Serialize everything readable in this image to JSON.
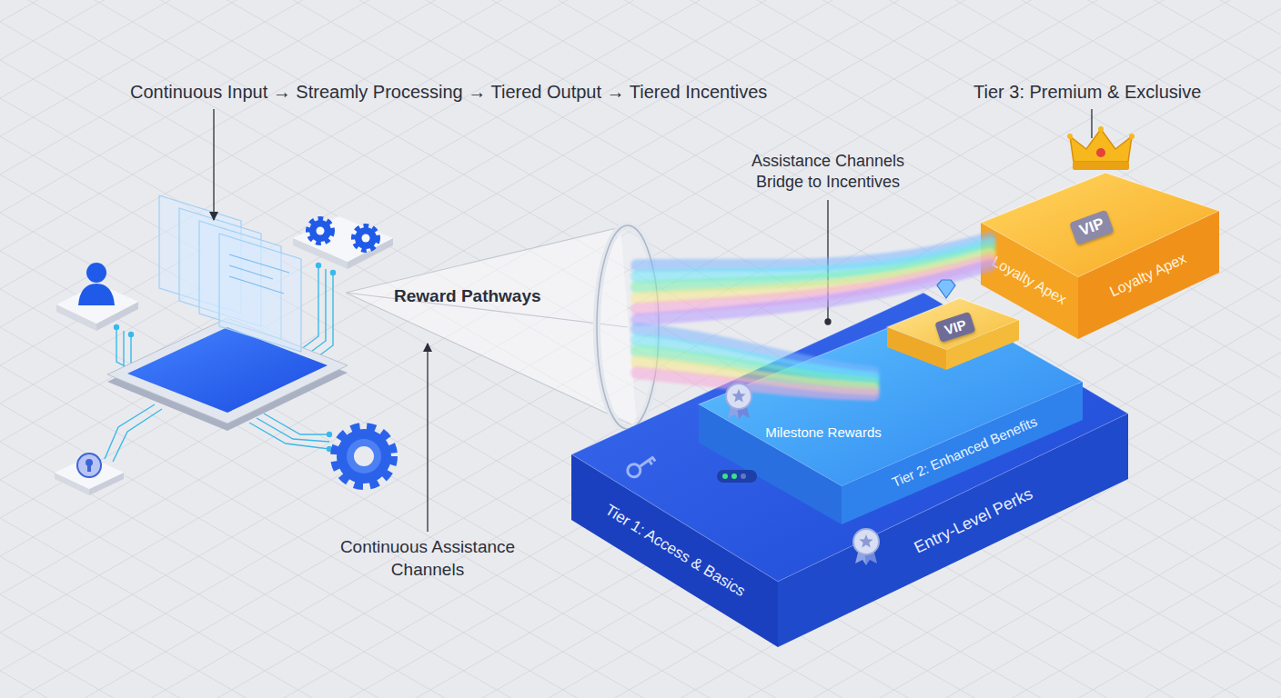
{
  "diagram": {
    "title": "Continuous Input → Streamly Processing → Tiered Output → Tiered Incentives",
    "nodes": [
      {
        "text": [
          "Tier 1: Access & Basics",
          "Entry-Level Perks"
        ]
      },
      {
        "text": [
          "Milestone Rewards",
          "Tier 2: Enhanced Benefits"
        ],
        "in": 0
      },
      {
        "text": [
          "VIP"
        ],
        "in": 1
      },
      {
        "text": [
          "VIP",
          "Loyalty Apex",
          "Loyalty Apex"
        ]
      }
    ],
    "labels": [
      "Tier 3: Premium & Exclusive",
      "Assistance Channels Bridge to Incentives",
      "Reward Pathways",
      "Continuous Assistance Channels"
    ]
  }
}
